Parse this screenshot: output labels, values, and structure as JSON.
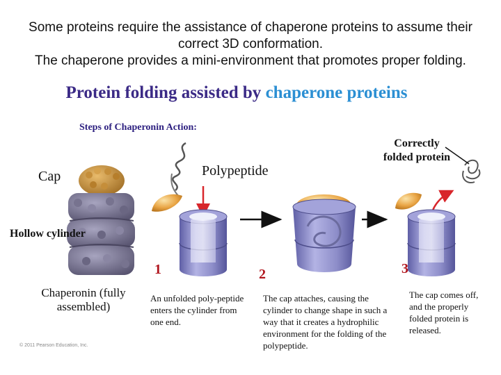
{
  "intro": {
    "line1": "Some proteins require the assistance of chaperone proteins to assume their",
    "line2": "correct 3D conformation.",
    "line3": "The chaperone provides a mini-environment that promotes proper folding."
  },
  "title": {
    "main": "Protein folding assisted by ",
    "accent": "chaperone proteins"
  },
  "diagram": {
    "steps_heading": "Steps of Chaperonin Action:",
    "labels": {
      "cap": "Cap",
      "polypeptide": "Polypeptide",
      "correctly_folded": "Correctly folded protein",
      "hollow_cylinder": "Hollow cylinder",
      "chaperonin": "Chaperonin (fully assembled)"
    },
    "steps": [
      {
        "number": "1",
        "text": "An unfolded poly-peptide enters the cylinder from one end."
      },
      {
        "number": "2",
        "text": "The cap attaches, causing the cylinder to change shape in such a way that it creates a hydrophilic environment for the folding of the polypeptide."
      },
      {
        "number": "3",
        "text": "The cap comes off, and the properly folded protein is released."
      }
    ],
    "copyright": "© 2011 Pearson Education, Inc."
  },
  "colors": {
    "title": "#3b2a86",
    "title_accent": "#2b8fd3",
    "step_number": "#b0151d",
    "cap": "#e9a545",
    "cylinder": "#8d8dc9",
    "arrow": "#d8262b"
  }
}
